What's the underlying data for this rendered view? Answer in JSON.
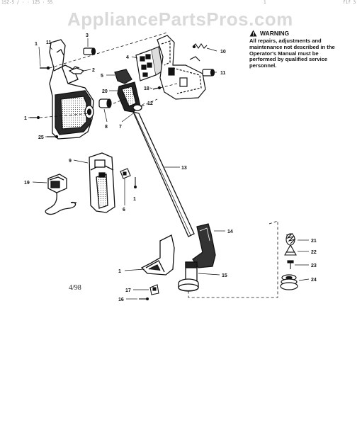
{
  "watermark": "AppliancePartsPros.com",
  "top_fragments": [
    "1SZ-5 / · · 1Z5 · 55",
    "1",
    "f1f 3"
  ],
  "warning": {
    "icon": "warning-triangle-icon",
    "title": "WARNING",
    "text": "All repairs, adjustments and maintenance not described in the Operator's Manual must be performed by qualified service personnel."
  },
  "date_code": "4/98",
  "callouts": {
    "c1a": "1",
    "c11a": "11",
    "c3": "3",
    "c2": "2",
    "c4": "4",
    "c5": "5",
    "c10": "10",
    "c11b": "11",
    "c18": "18",
    "c20": "20",
    "c12": "12",
    "c1b": "1",
    "c25": "25",
    "c8": "8",
    "c7": "7",
    "c9": "9",
    "c13": "13",
    "c19": "19",
    "c6": "6",
    "c1c": "1",
    "c14": "14",
    "c21": "21",
    "c22": "22",
    "c23": "23",
    "c24": "24",
    "c1d": "1",
    "c15": "15",
    "c17": "17",
    "c16": "16"
  }
}
